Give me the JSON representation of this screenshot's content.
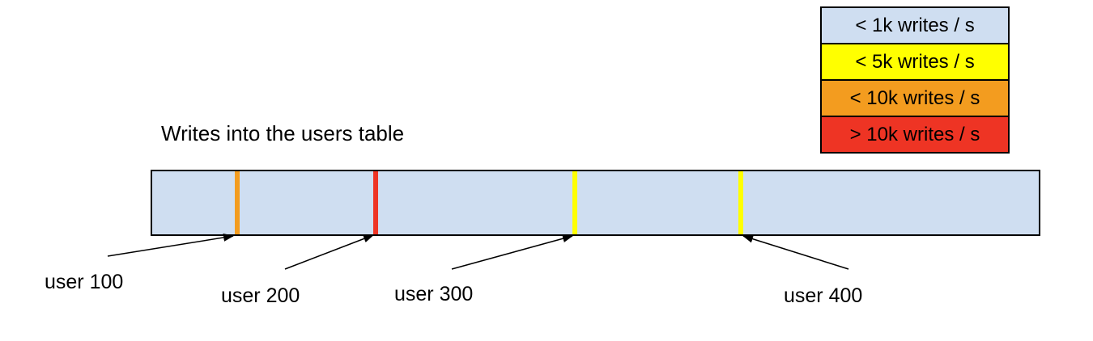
{
  "title": "Writes into the users table",
  "legend": {
    "items": [
      {
        "label": "< 1k writes / s",
        "color": "#CFDEF1"
      },
      {
        "label": "< 5k writes / s",
        "color": "#FFFF00"
      },
      {
        "label": "< 10k writes / s",
        "color": "#F39C1F"
      },
      {
        "label": "> 10k writes / s",
        "color": "#EE3424"
      }
    ]
  },
  "bar": {
    "fill_color": "#CFDEF1",
    "stripes": [
      {
        "user": "user 100",
        "rate": "< 10k writes / s",
        "color": "#F39C1F",
        "left_percent": 9.3
      },
      {
        "user": "user 200",
        "rate": "> 10k writes / s",
        "color": "#EE3424",
        "left_percent": 24.9
      },
      {
        "user": "user 300",
        "rate": "< 5k writes / s",
        "color": "#FFFF00",
        "left_percent": 47.4
      },
      {
        "user": "user 400",
        "rate": "< 5k writes / s",
        "color": "#FFFF00",
        "left_percent": 66.1
      }
    ]
  },
  "annotations": [
    {
      "label": "user 100"
    },
    {
      "label": "user 200"
    },
    {
      "label": "user 300"
    },
    {
      "label": "user 400"
    }
  ]
}
